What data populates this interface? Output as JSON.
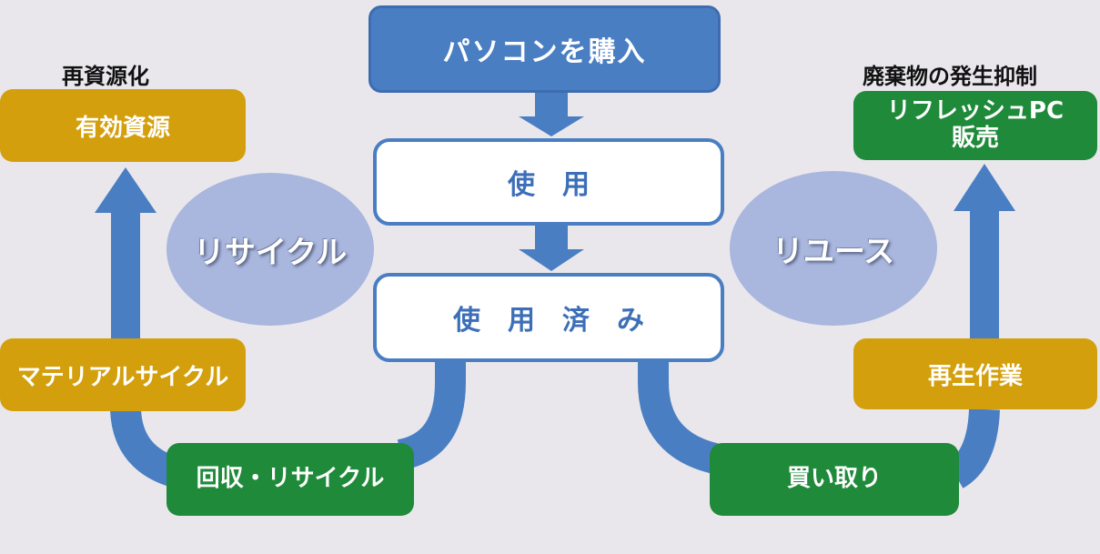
{
  "top": {
    "purchase": "パソコンを購入",
    "use": "使　用",
    "used": "使　用　済　み"
  },
  "left": {
    "caption": "再資源化",
    "resource": "有効資源",
    "cycle": "リサイクル",
    "material": "マテリアルサイクル",
    "collect": "回収・リサイクル"
  },
  "right": {
    "caption": "廃棄物の発生抑制",
    "refresh_line1": "リフレッシュPC",
    "refresh_line2": "販売",
    "cycle": "リユース",
    "regen": "再生作業",
    "buyback": "買い取り"
  },
  "colors": {
    "blue": "#4a7ec3",
    "orange": "#d49f0c",
    "green": "#1f8a3a",
    "ellipse": "#a9b6de",
    "background": "#e9e7ec"
  }
}
